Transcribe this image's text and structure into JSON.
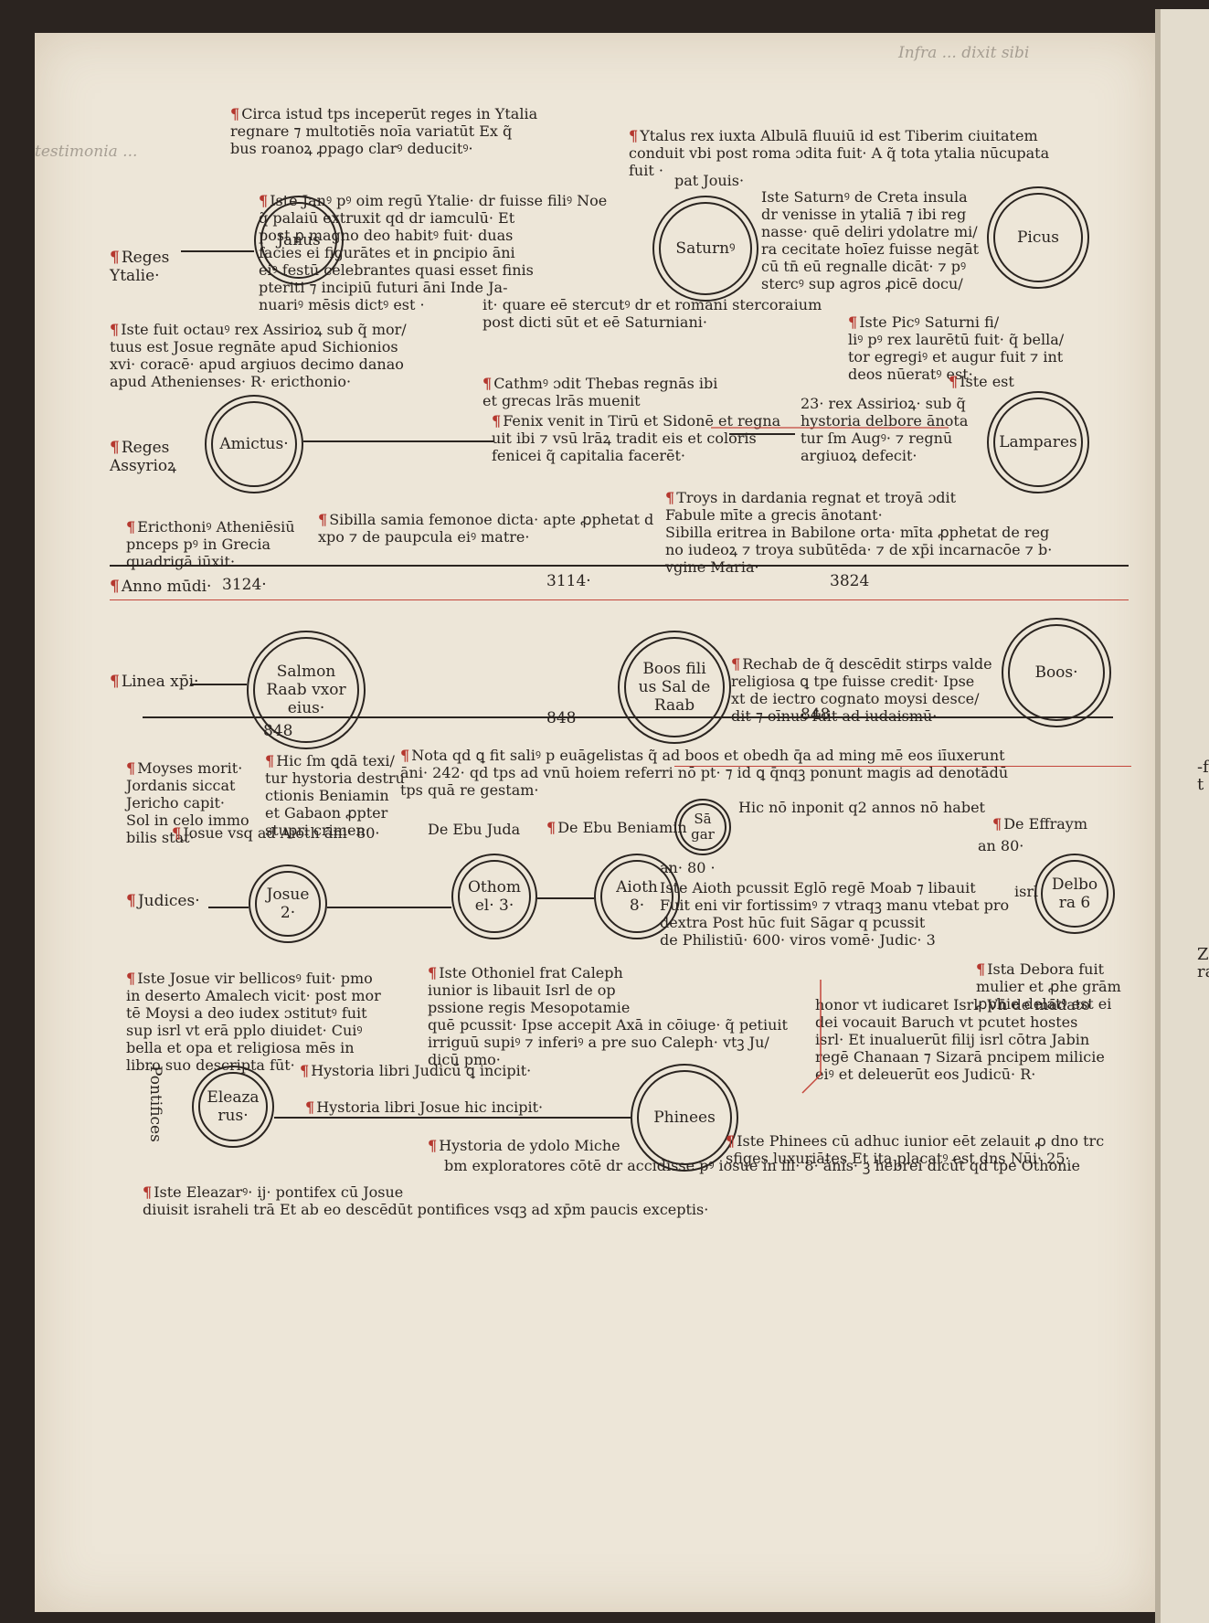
{
  "para_circa": "Circa istud tps inceperūt reges in Ytalia\nregnare ⁊ multotiēs noīa variatūt Ex q̃\nbus roanoꝝ ꝓpago clarꝰ deducitꝰ·",
  "para_ytalus": "Ytalus rex iuxta Albulā fluuiū id est Tiberim ciuitatem\nconduit vbi post roma ɔdita fuit· A q̃ tota ytalia nūcupata\nfuit ·",
  "para_iste_janus": "Iste Janꝰ pꝰ oim regū Ytalie· dr fuisse filiꝰ Noe\nq̃ palaiū extruxit qd dr iamculū· Et\npost ꝑ magno deo habitꝰ fuit· duas\nfacies ei figurātes et in ꝑncipio āni\neiꝰ festū celebrantes quasi esset finis\npteriti ⁊ incipiū futuri āni Inde Ja-\nnuariꝰ mēsis dictꝰ est ·",
  "pat_jouis": "pat Jouis·",
  "para_iste_saturn": "Iste Saturnꝰ de Creta insula\ndr venisse in ytaliā ⁊ ibi reg\nnasse· quē deliri ydolatre mi/\nra cecitate hoīez fuisse negāt\ncū tn̄ eū regnalle dicāt· ⁊ pꝰ\nstercꝰ sup agros ꝓicē docu/",
  "para_it_quare": "it· quare eē stercutꝰ dr et romani stercoraium\npost dicti sūt et eē Saturniani·",
  "para_iste_picus": "Iste Picꝰ Saturni fi/\nliꝰ pꝰ rex laurētū fuit· q̃ bella/\ntor egregiꝰ et augur fuit ⁊ int\ndeos nūeratꝰ est·",
  "para_iste_octauus": "Iste fuit octauꝰ rex Assirioꝝ sub q̃ mor/\ntuus est Josue regnāte apud Sichionios\nxvi· coracē· apud argiuos decimo danao\napud Athenienses· R· ericthonio·",
  "para_cathmus": "Cathmꝰ ɔdit Thebas regnās ibi\net grecas lrās muenit",
  "para_fenix": "Fenix venit in Tirū et Sidonē et regna\nuit ibi ⁊ vsū lrāꝝ tradit eis et coloris\nfenicei q̃ capitalia facerēt·",
  "para_iste_est": "Iste est",
  "para_23_rex": "23· rex Assirioꝝ· sub q̃\nhystoria delbore ānota\ntur ſm Augꝰ· ⁊ regnū\nargiuoꝝ defecit·",
  "para_troys": "Troys in dardania regnat et troyā ɔdit\nFabule mīte a grecis ānotant·\nSibilla eritrea in Babilone orta· mīta ꝓphetat de reg\nno iudeoꝝ ⁊ troya subūtēda· ⁊ de xp̄i incarnacōe ⁊ b·\nvgine Maria·",
  "para_ericthonius": "Ericthoniꝰ Atheniēsiū\npnceps pꝰ in Grecia\nquadrigā iūxit·",
  "para_sibilla_samia": "Sibilla samia femonoe dicta· apte ꝓphetat d\nxpo ⁊ de paupcula eiꝰ matre·",
  "para_rechab": "Rechab de q̃ descēdit stirps valde\nreligiosa ꝗ tpe fuisse credit· Ipse\nxt de iectro cognato moysi desce/\ndit ⁊ oīnus fuit ad iudaismū·",
  "para_moyses": "Moyses morit·\nJordanis siccat\nJericho capit·\nSol in celo immo\nbilis stat·",
  "para_hic_sm": "Hic ſm ꝗdā texi/\ntur hystoria destru\nctionis Beniamin\net Gabaon ꝓpter\nstupri crimen·",
  "para_nota": "Nota qd ꝗ fit saliꝰ p euāgelistas q̃ ad boos et obedh q̄a ad ming mē eos iīuxerunt\nāni· 242· qd tps ad vnū hoiem referri nō pt· ⁊ id ꝗ q̄nqꝫ ponunt magis ad denotādū\ntps quā re gestam·",
  "hic_no_inponit": "Hic nō inponit q2 annos nō habet",
  "josue_vsq": "Josue vsq ad Aioth āni· 80·",
  "de_ebu_juda": "De Ebu Juda",
  "de_ebu_beniamin": "De Ebu Beniamin",
  "de_effraym": "De Effraym",
  "an_80_right": "an 80·",
  "an_80_mid": "an· 80 ·",
  "para_iste_aioth": "Iste Aioth pcussit Eglō regē Moab ⁊ libauit\nFuit eni vir fortissimꝰ ⁊ vtraqꝫ manu vtebat pro\ndextra Post hūc fuit Sāgar q pcussit\nde Philistiū· 600· viros vomē· Judic· 3",
  "israel_marg": "isrl",
  "para_iste_debora": "Ista Debora fuit\nmulier et ꝓhe grām\nꝓphie delatꝰ est ei",
  "para_honor": "honor vt iudicaret Isrl· Vn̄ de mādato\ndei vocauit Baruch vt pcutet hostes\nisrl· Et inualuerūt filij isrl cōtra Jabin\nregē Chanaan ⁊ Sizarā pncipem milicie\neiꝰ et deleuerūt eos Judicū· R·",
  "para_iste_josue": "Iste Josue vir bellicosꝰ fuit· pmo\nin deserto Amalech vicit· post mor\ntē Moysi a deo iudex ɔstitutꝰ fuit\nsup isrl vt erā pplo diuidet· Cuiꝰ\nbella et opa et religiosa mēs in\nlibro suo descripta fūt·",
  "para_iste_othoniel": "Iste Othoniel frat Caleph\niunior is libauit Isrl de op\npssione regis Mesopotamie\nquē pcussit· Ipse accepit Axā in cōiuge· q̃ petiuit\nirriguū supiꝰ ⁊ inferiꝰ a pre suo Caleph· vtꝫ Ju/\ndicū pmo·",
  "hystoria_judicum": "Hystoria libri Judicū ꝗ incipit·",
  "hystoria_josue": "Hystoria libri Josue hic incipit·",
  "para_iste_phinees": "Iste Phinees cū adhuc iunior eēt zelauit ꝓ dno trc\nsfiges luxuriātes Et ita placatꝰ est dns Nūi· 25·",
  "hystoria_ydolo": "Hystoria de ydolo Miche",
  "para_bm_explor": "bm exploratores cōtē dr accidisse pꝰ iosue in ill· 8· ānis· ꝫ hebrei dicūt qd tpe Othonie",
  "para_iste_eleazar": "Iste Eleazarꝰ· ij· pontifex cū Josue\ndiuisit israheli trā Et ab eo descēdūt pontifices vsqꝫ ad xp̄m paucis exceptis·",
  "label_reges_ytalie": "Reges\nYtalie·",
  "label_reges_assyrior": "Reges\nAssyrioꝝ",
  "label_anno_mundi": "Anno mūdi·",
  "year_1": "3124·",
  "year_2": "3114·",
  "year_3": "3824",
  "label_linea_xpi": "Linea xp̄i·",
  "label_judices": "Judices·",
  "label_pontifices": "Pontifices",
  "num_a": "848",
  "num_b": "848",
  "num_c": "848",
  "circle_janus": "Janus",
  "circle_saturnus": "Saturnꝰ",
  "circle_picus": "Picus",
  "circle_amictus": "Amictus·",
  "circle_lampares": "Lampares",
  "circle_salmon": "Salmon\nRaab vxor\neius·",
  "circle_boos_filius": "Boos fili\nus Sal de\nRaab",
  "circle_boos": "Boos·",
  "circle_josue": "Josue\n2·",
  "circle_othoniel": "Othom\nel· 3·",
  "circle_aioth": "Aioth\n8·",
  "circle_sagar": "Sā\ngar",
  "circle_debora": "Delbo\nra 6",
  "circle_eleazarus": "Eleaza\nrus·",
  "circle_phinees": "Phinees",
  "handwriting_top": "Infra ... dixit sibi",
  "handwriting_left": "testimonia ... ",
  "spine_frag1": "-f\nt",
  "spine_frag2": "Z\nra"
}
